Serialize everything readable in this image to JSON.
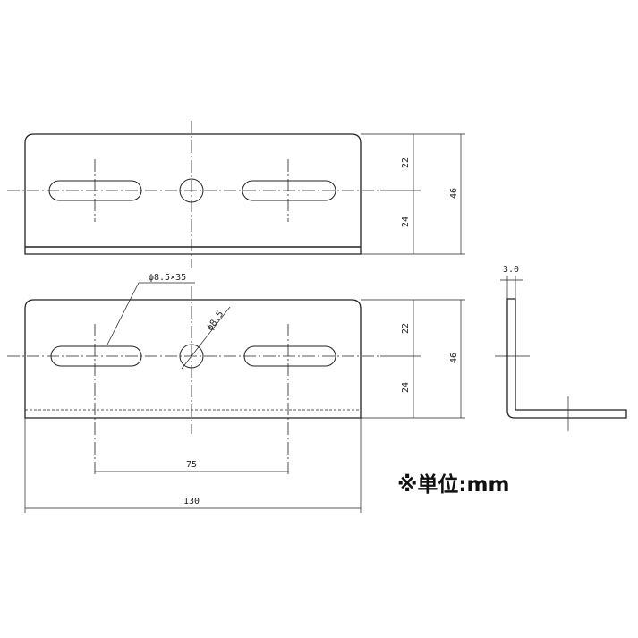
{
  "top_view": {
    "dim_upper": "22",
    "dim_lower": "24",
    "dim_total": "46"
  },
  "front_view": {
    "dim_upper": "22",
    "dim_lower": "24",
    "dim_total": "46",
    "slot_callout": "ϕ8.5×35",
    "hole_callout": "ϕ8.5",
    "slot_pitch": "75",
    "overall_length": "130"
  },
  "side_view": {
    "thickness": "3.0"
  },
  "unit_note": "※単位:mm",
  "colors": {
    "line": "#222222",
    "background": "#ffffff"
  }
}
